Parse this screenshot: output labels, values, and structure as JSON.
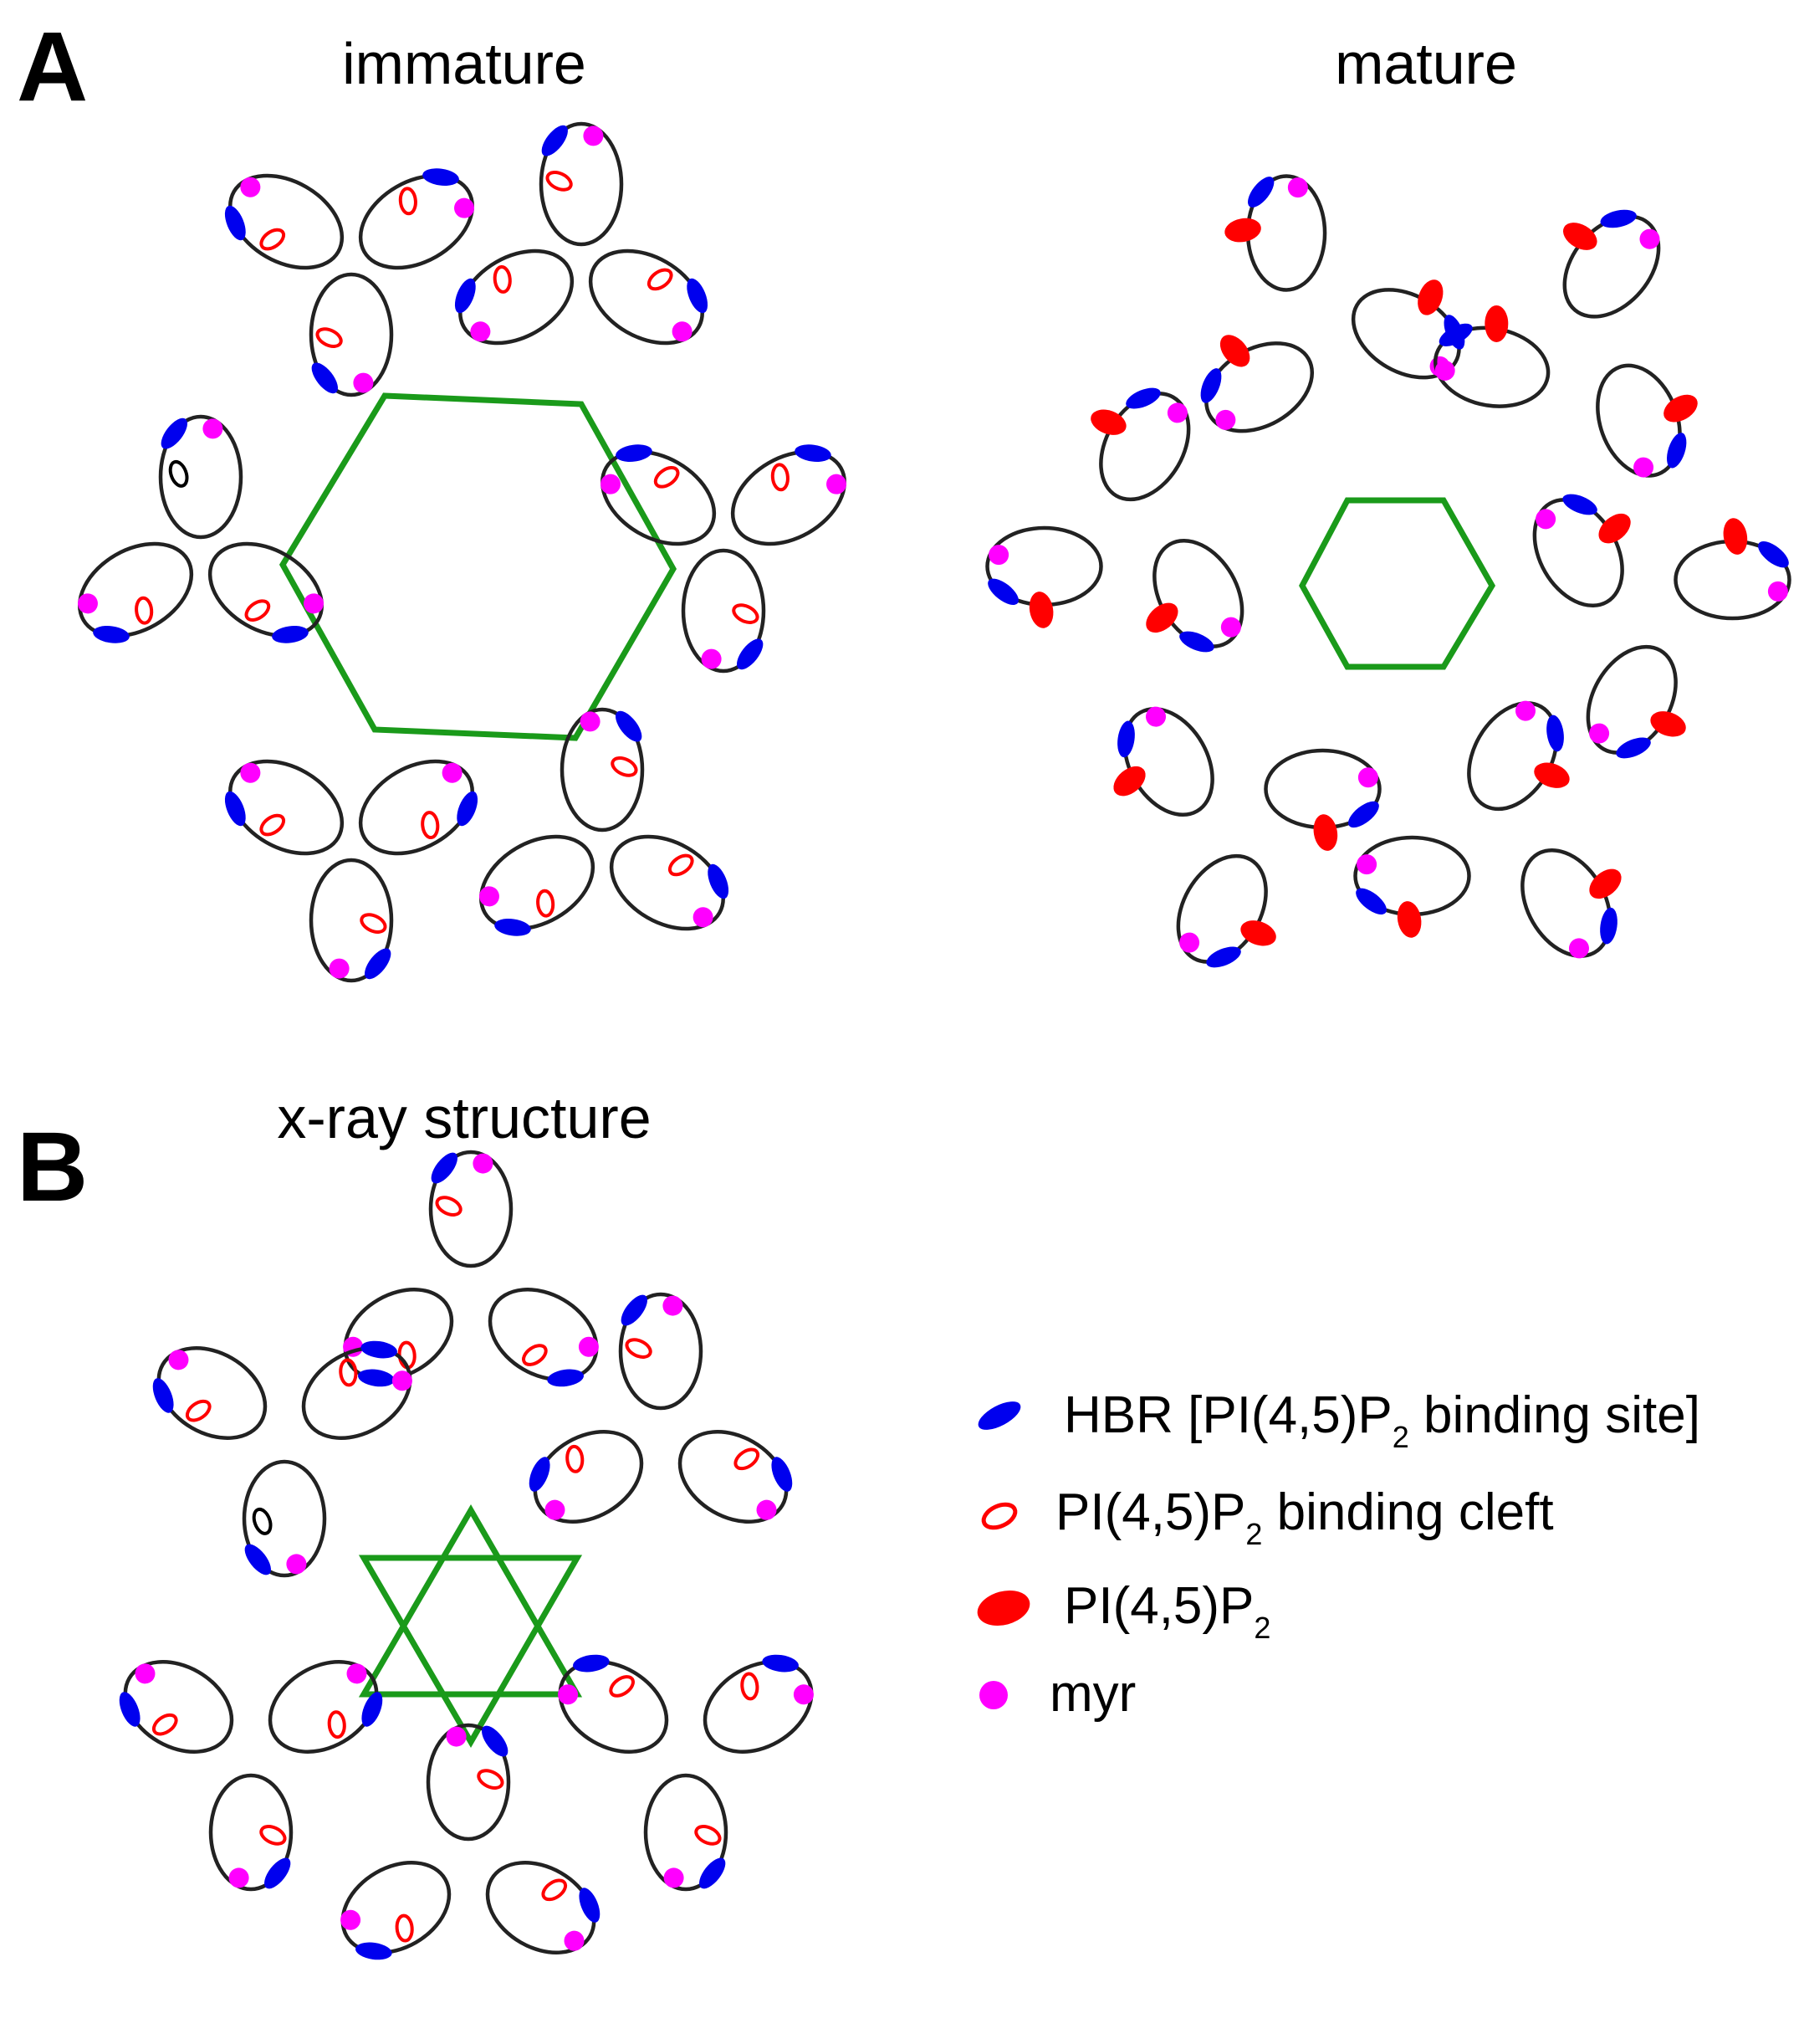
{
  "panels": {
    "a": {
      "letter": "A",
      "left_title": "immature",
      "right_title": "mature"
    },
    "b": {
      "letter": "B",
      "title": "x-ray structure"
    }
  },
  "legend": {
    "hbr": {
      "main": "HBR [PI(4,5)P",
      "sub": "2",
      "tail": " binding site]"
    },
    "cleft": {
      "main": "PI(4,5)P",
      "sub": "2",
      "tail": " binding cleft"
    },
    "pip2": {
      "main": "PI(4,5)P",
      "sub": "2",
      "tail": ""
    },
    "myr": {
      "main": "myr"
    }
  },
  "colors": {
    "hbr": "#0000ee",
    "cleft": "#ff0000",
    "pip2": "#ff0000",
    "myr": "#ff00ff",
    "lattice": "#1a9a1a",
    "outline": "#222222"
  }
}
